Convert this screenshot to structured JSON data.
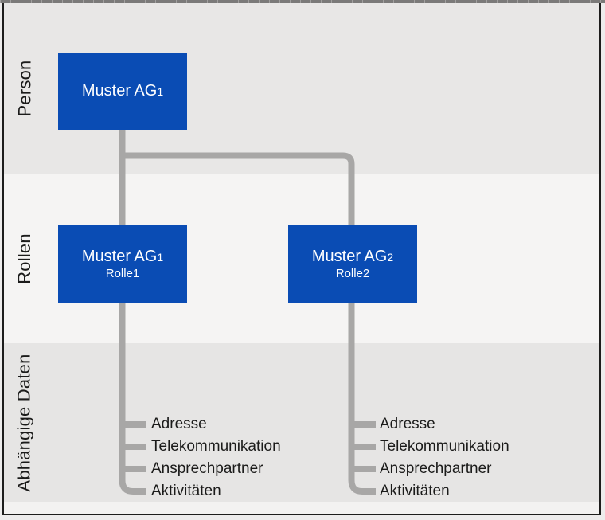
{
  "diagram": {
    "lanes": [
      {
        "label": "Person"
      },
      {
        "label": "Rollen"
      },
      {
        "label": "Abhängige Daten"
      }
    ],
    "nodes": {
      "person": {
        "title": "Muster AG",
        "index": "1"
      },
      "role1": {
        "title": "Muster AG",
        "index": "1",
        "subtitle": "Rolle1"
      },
      "role2": {
        "title": "Muster AG",
        "index": "2",
        "subtitle": "Rolle2"
      }
    },
    "dependent_items": [
      "Adresse",
      "Telekommunikation",
      "Ansprechpartner",
      "Aktivitäten"
    ],
    "colors": {
      "node_fill": "#0a4cb4",
      "node_text": "#ffffff",
      "connector": "#a8a7a6",
      "lane_dark": "#e8e7e6",
      "lane_dark2": "#e6e5e4",
      "lane_light": "#f5f4f3",
      "lane_footer": "#f3f2f1",
      "frame_border": "#1d1d1c",
      "page_bg": "#edecec",
      "strip": "#7b7a79",
      "text": "#1b1b1a"
    }
  }
}
